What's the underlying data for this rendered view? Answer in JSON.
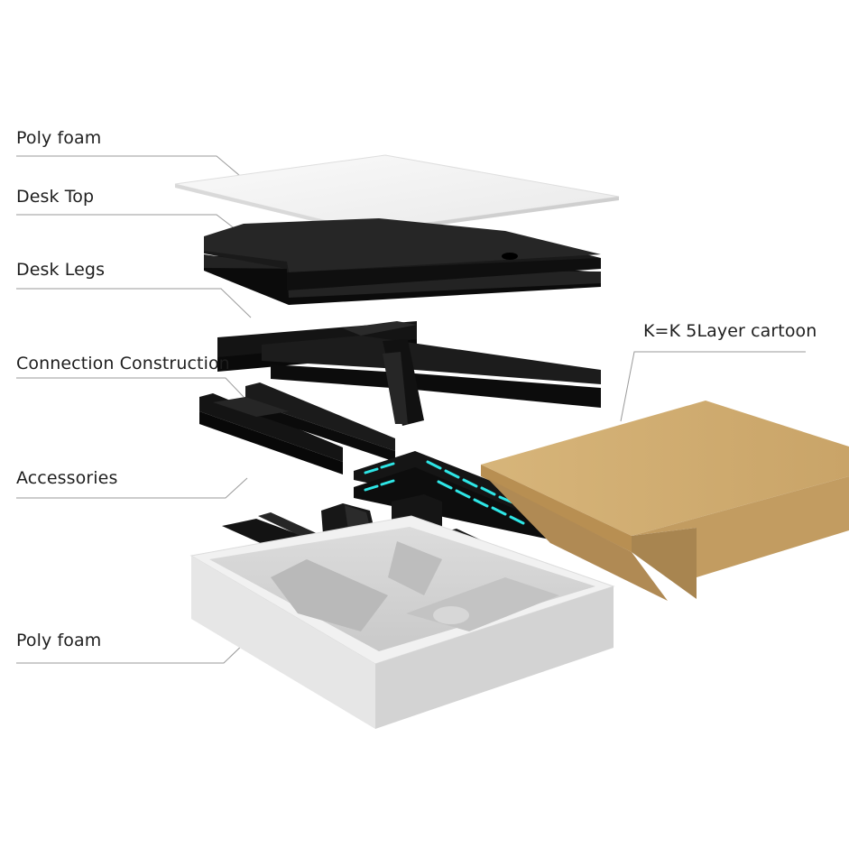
{
  "labels": {
    "poly_foam_top": "Poly foam",
    "desk_top": "Desk Top",
    "desk_legs": "Desk Legs",
    "connection_construction": "Connection Construction",
    "accessories": "Accessories",
    "poly_foam_bottom": "Poly foam",
    "carton": "K=K 5Layer cartoon"
  },
  "colors": {
    "leader_line": "#9a9a9a",
    "foam": "#f3f3f3",
    "desk_black": "#161616",
    "carton_kraft": "#c9a76f",
    "led_cyan": "#2ee6e6"
  }
}
